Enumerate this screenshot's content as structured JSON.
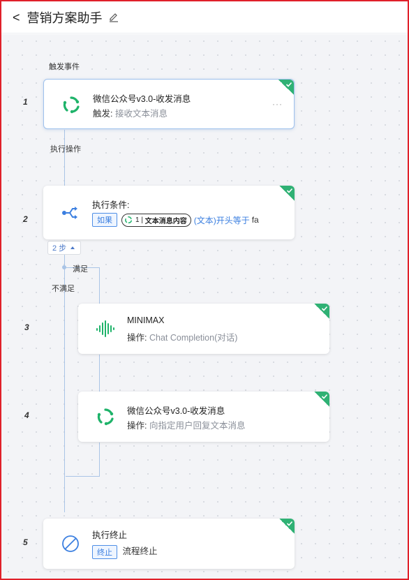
{
  "header": {
    "title": "营销方案助手",
    "back": "<"
  },
  "trigger_label": "触发事件",
  "exec_label": "执行操作",
  "steps_toggle": "2 步",
  "branch": {
    "yes": "满足",
    "no": "不满足"
  },
  "steps": [
    {
      "num": "1",
      "title": "微信公众号v3.0-收发消息",
      "key": "触发:",
      "value": "接收文本消息",
      "icon": "wechat-official-icon",
      "more": "···"
    },
    {
      "num": "2",
      "title": "执行条件:",
      "tag": "如果",
      "pill_num": "1",
      "pill_label": "文本消息内容",
      "cond_op": "(文本)开头等于",
      "cond_value": "fa",
      "icon": "branch-icon"
    },
    {
      "num": "3",
      "title": "MINIMAX",
      "key": "操作:",
      "value": "Chat Completion(对话)",
      "icon": "waveform-icon"
    },
    {
      "num": "4",
      "title": "微信公众号v3.0-收发消息",
      "key": "操作:",
      "value": "向指定用户回复文本消息",
      "icon": "wechat-official-icon"
    },
    {
      "num": "5",
      "title": "执行终止",
      "tag": "终止",
      "value": "流程终止",
      "icon": "stop-icon"
    }
  ],
  "colors": {
    "accent": "#3b7fe0",
    "success": "#2fb174",
    "connector": "#a9c4e6",
    "border": "#e0202a"
  }
}
